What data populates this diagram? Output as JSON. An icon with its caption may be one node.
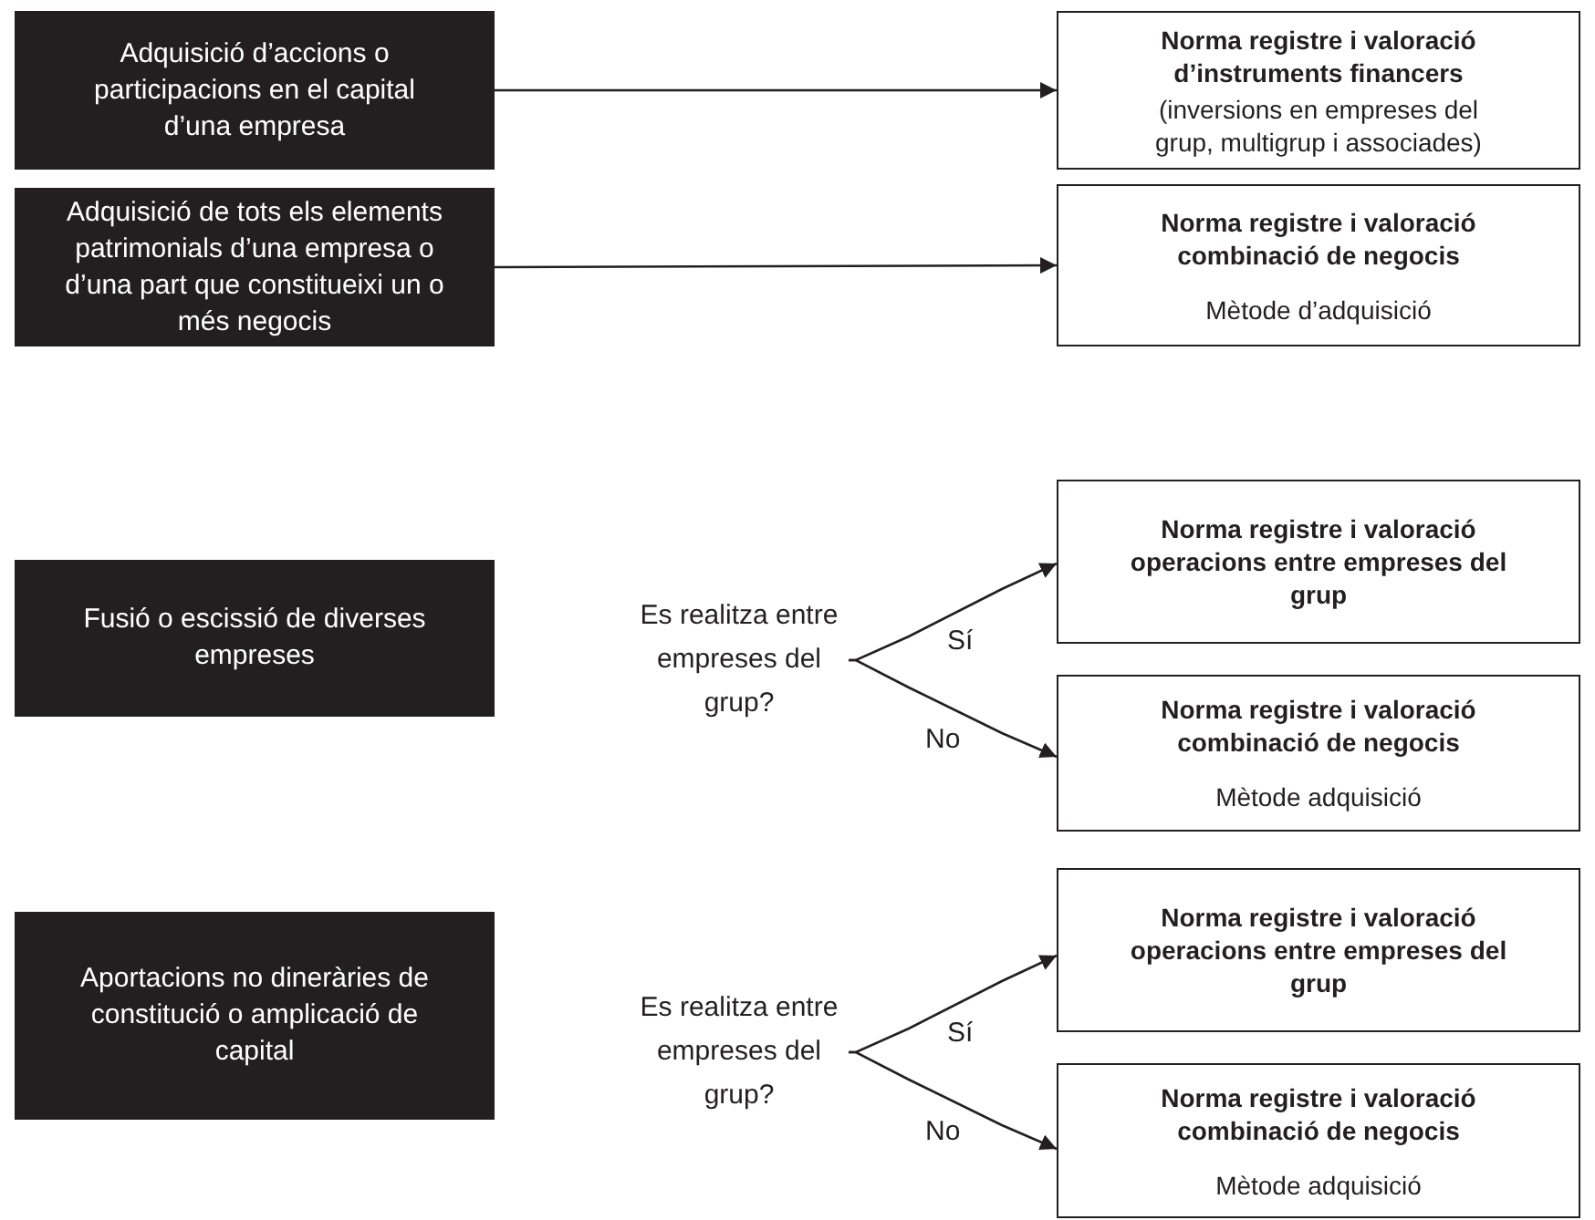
{
  "diagram": {
    "nodes": [
      {
        "text": [
          "Adquisició d’accions o participacions en el capital d’una empresa"
        ]
      },
      {
        "text": [
          "Norma registre i valoració d’instruments financers",
          "(inversions en empreses del grup, multigrup i associades)"
        ]
      },
      {
        "text": [
          "Adquisició de tots els elements patrimonials d’una empresa o d’una part que constitueixi un o més negocis"
        ]
      },
      {
        "text": [
          "Norma registre i valoració combinació de negocis",
          "Mètode d’adquisició"
        ]
      },
      {
        "text": [
          "Fusió o escissió de diverses empreses"
        ]
      },
      {
        "text": [
          "Es realitza entre empreses del grup?"
        ]
      },
      {
        "text": [
          "Norma registre i valoració operacions entre empreses del grup"
        ]
      },
      {
        "text": [
          "Norma registre i valoració combinació de negocis",
          "Mètode adquisició"
        ]
      },
      {
        "text": [
          "Aportacions no dineràries de constitució o amplicació de capital"
        ]
      },
      {
        "text": [
          "Es realitza entre empreses del grup?"
        ]
      },
      {
        "text": [
          "Norma registre i valoració operacions entre empreses del grup"
        ]
      },
      {
        "text": [
          "Norma registre i valoració combinació de negocis",
          "Mètode adquisició"
        ]
      }
    ],
    "edges": [
      {
        "from": 0,
        "to": 1,
        "arrow": "to"
      },
      {
        "from": 2,
        "to": 3,
        "arrow": "to"
      },
      {
        "from": 5,
        "to": 6,
        "arrow": "to",
        "label": "Sí"
      },
      {
        "from": 5,
        "to": 7,
        "arrow": "to",
        "label": "No"
      },
      {
        "from": 9,
        "to": 10,
        "arrow": "to",
        "label": "Sí"
      },
      {
        "from": 9,
        "to": 11,
        "arrow": "to",
        "label": "No"
      }
    ]
  }
}
